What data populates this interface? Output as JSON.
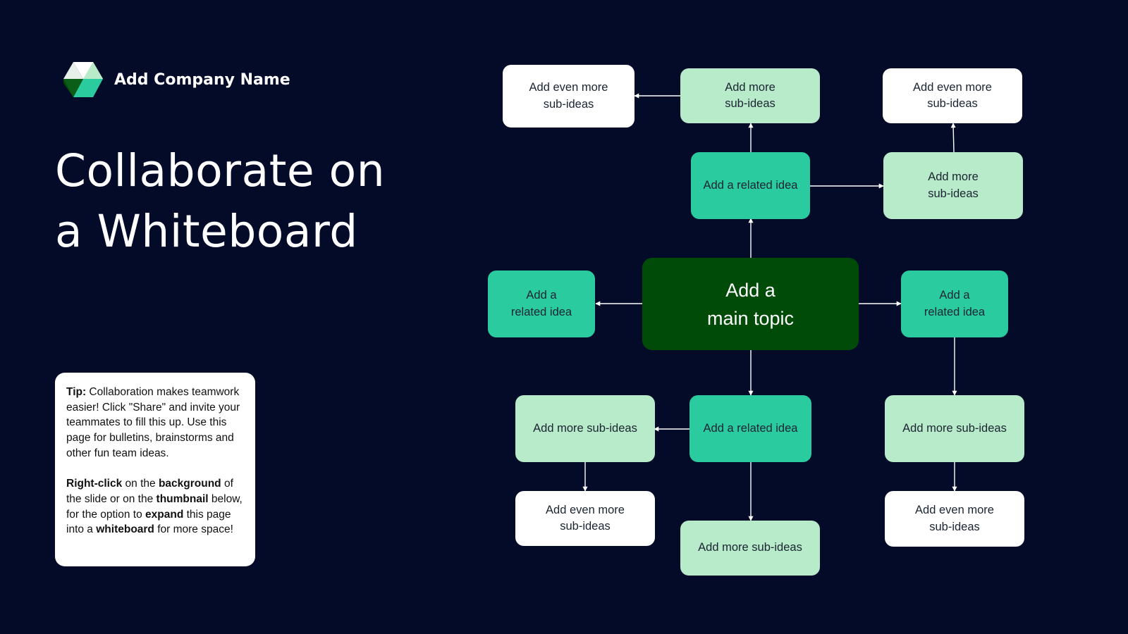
{
  "header": {
    "company_name": "Add Company Name",
    "logo_icon": "cube-logo-icon"
  },
  "title": {
    "line1": "Collaborate on",
    "line2": "a Whiteboard"
  },
  "tip": {
    "p1_bold": "Tip:",
    "p1_text": " Collaboration makes teamwork easier! Click \"Share\" and invite your teammates to fill this up. Use this page for bulletins, brainstorms and other fun team ideas.",
    "p2_b1": "Right-click",
    "p2_t1": " on the ",
    "p2_b2": "background",
    "p2_t2": " of the slide or on the ",
    "p2_b3": "thumbnail",
    "p2_t3": " below, for the option to ",
    "p2_b4": "expand",
    "p2_t4": " this page into a ",
    "p2_b5": "whiteboard",
    "p2_t5": " for more space!"
  },
  "mindmap": {
    "main": {
      "line1": "Add a",
      "line2": "main topic"
    },
    "top_left_even_more": {
      "line1": "Add even more",
      "line2": "sub-ideas"
    },
    "top_more": {
      "line1": "Add more",
      "line2": "sub-ideas"
    },
    "top_right_even_more": {
      "line1": "Add even more",
      "line2": "sub-ideas"
    },
    "top_related": "Add a related idea",
    "top_right_more": {
      "line1": "Add more",
      "line2": "sub-ideas"
    },
    "left_related": {
      "line1": "Add a",
      "line2": "related idea"
    },
    "right_related": {
      "line1": "Add a",
      "line2": "related idea"
    },
    "bottom_related": "Add a related idea",
    "bottom_left_more": "Add more sub-ideas",
    "bottom_left_even_more": {
      "line1": "Add even more",
      "line2": "sub-ideas"
    },
    "bottom_more": "Add more sub-ideas",
    "right_more": "Add more sub-ideas",
    "right_even_more": {
      "line1": "Add even more",
      "line2": "sub-ideas"
    }
  },
  "colors": {
    "background": "#030b29",
    "main_topic": "#014b08",
    "related_idea": "#2acb9f",
    "sub_idea": "#b8ebc9",
    "even_more": "#ffffff",
    "connector": "#ffffff"
  }
}
